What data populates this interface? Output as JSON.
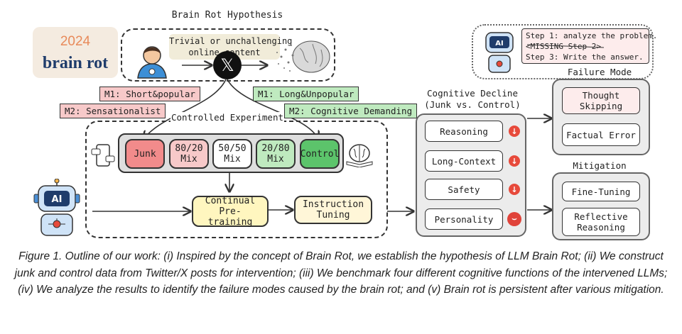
{
  "hypothesis": {
    "title": "Brain Rot Hypothesis",
    "content_line1": "Trivial or unchallenging",
    "content_line2": "online content"
  },
  "logo": {
    "year": "2024",
    "text": "brain rot"
  },
  "tags": {
    "m1_junk": "M1: Short&popular",
    "m2_junk": "M2: Sensationalist",
    "m1_control": "M1: Long&Unpopular",
    "m2_control": "M2: Cognitive Demanding"
  },
  "experiment": {
    "title": "Controlled Experiment",
    "mixes": [
      {
        "line1": "Junk",
        "line2": "",
        "color": "#f28b8b"
      },
      {
        "line1": "80/20",
        "line2": "Mix",
        "color": "#f7c9c9"
      },
      {
        "line1": "50/50",
        "line2": "Mix",
        "color": "#ffffff"
      },
      {
        "line1": "20/80",
        "line2": "Mix",
        "color": "#bfeabf"
      },
      {
        "line1": "Control",
        "line2": "",
        "color": "#5cc46b"
      }
    ],
    "pretraining": {
      "line1": "Continual Pre-",
      "line2": "training"
    },
    "tuning": {
      "line1": "Instruction",
      "line2": "Tuning"
    }
  },
  "decline": {
    "title_line1": "Cognitive Decline",
    "title_line2": "(Junk vs. Control)",
    "items": [
      "Reasoning",
      "Long-Context",
      "Safety",
      "Personality"
    ]
  },
  "failure": {
    "title": "Failure Mode",
    "items": [
      {
        "line1": "Thought",
        "line2": "Skipping"
      },
      {
        "line1": "Factual Error",
        "line2": ""
      }
    ],
    "bubble": {
      "line1": "Step 1: analyze the problem.",
      "line2": "<MISSING Step 2>",
      "line3": "Step 3: Write the answer."
    }
  },
  "mitigation": {
    "title": "Mitigation",
    "items": [
      {
        "line1": "Fine-Tuning",
        "line2": ""
      },
      {
        "line1": "Reflective",
        "line2": "Reasoning"
      }
    ]
  },
  "icons": {
    "robot": "robot-ai-icon",
    "x_logo": "x-logo-icon",
    "brain": "brain-icon",
    "user": "user-avatar-icon",
    "phone": "phone-social-icon",
    "book_brain": "book-brain-icon",
    "down_arrow": "down-arrow-icon",
    "devil": "devil-face-icon"
  },
  "caption": "Figure 1. Outline of our work: (i) Inspired by the concept of Brain Rot, we establish the hypothesis of LLM Brain Rot; (ii) We construct junk and control data from Twitter/X posts for intervention; (iii) We benchmark four different cognitive functions of the intervened LLMs; (iv) We analyze the results to identify the failure modes caused by the brain rot; and (v) Brain rot is persistent after various mitigation."
}
